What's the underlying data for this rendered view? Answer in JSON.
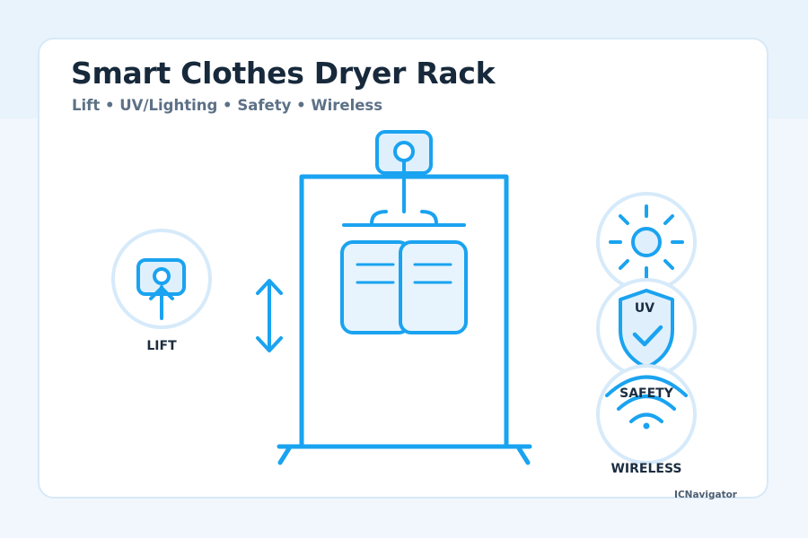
{
  "header": {
    "title": "Smart Clothes Dryer Rack",
    "subtitle": "Lift • UV/Lighting • Safety • Wireless"
  },
  "features": {
    "lift_label": "LIFT",
    "uv_label": "UV",
    "safety_label": "SAFETY",
    "wireless_label": "WIRELESS"
  },
  "footer": {
    "watermark": "ICNavigator"
  },
  "colors": {
    "accent": "#1aa3f0",
    "accent_fill": "#dff0fc",
    "circle_stroke": "#d6eafa",
    "title": "#17293b",
    "subtitle": "#5d7186"
  }
}
